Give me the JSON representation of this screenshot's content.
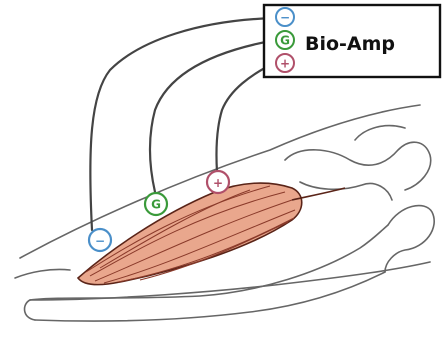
{
  "amplifier": {
    "title": "Bio-Amp",
    "terminals": [
      {
        "symbol": "−",
        "color": "#4a8fc9"
      },
      {
        "symbol": "G",
        "color": "#3a9a3a"
      },
      {
        "symbol": "+",
        "color": "#b0506a"
      }
    ]
  },
  "electrodes": [
    {
      "symbol": "−",
      "color": "#4a8fc9"
    },
    {
      "symbol": "G",
      "color": "#3a9a3a"
    },
    {
      "symbol": "+",
      "color": "#b0506a"
    }
  ],
  "colors": {
    "muscle": "#e9a78d",
    "muscle_striation": "#8a3a2a",
    "bone_outline": "#555555",
    "wire": "#444444"
  }
}
